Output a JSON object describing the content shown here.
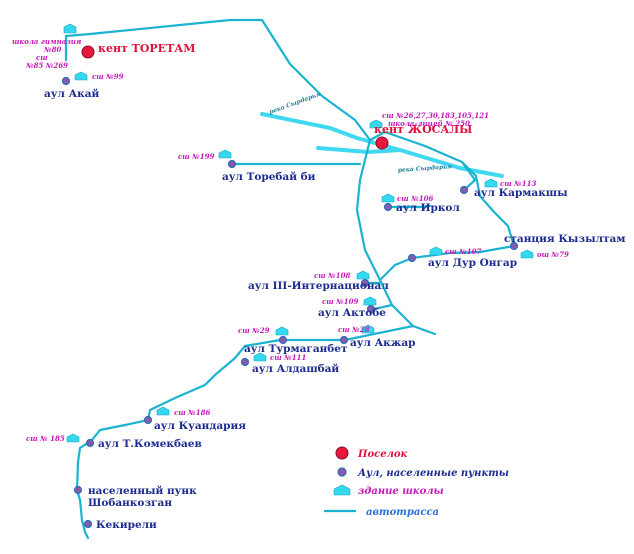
{
  "settlements": {
    "toretam": {
      "label": "кент ТОРЕТАМ",
      "type": "kent"
    },
    "zhosaly": {
      "label": "кент ЖОСАЛЫ",
      "type": "kent"
    },
    "akai": {
      "label": "аул Акай",
      "type": "village"
    },
    "torebai": {
      "label": "аул Торебай би",
      "type": "village"
    },
    "irkol": {
      "label": "аул Иркол",
      "type": "village"
    },
    "karmakshy": {
      "label": "аул Кармакшы",
      "type": "village"
    },
    "kyzyltam": {
      "label": "станция Кызылтам",
      "type": "village"
    },
    "dur_ongar": {
      "label": "аул Дур Онгар",
      "type": "village"
    },
    "iii_int": {
      "label": "аул III-Интернационал",
      "type": "village"
    },
    "aktobe": {
      "label": "аул Актобе",
      "type": "village"
    },
    "akzhar": {
      "label": "аул Акжар",
      "type": "village"
    },
    "turmaganbet": {
      "label": "аул Турмаганбет",
      "type": "village"
    },
    "aldashbai": {
      "label": "аул Алдашбай",
      "type": "village"
    },
    "kuandaria": {
      "label": "аул Куандария",
      "type": "village"
    },
    "komekbaev": {
      "label": "аул Т.Комекбаев",
      "type": "village"
    },
    "shobankozgan_1": {
      "label": "населенный пунк",
      "type": "village"
    },
    "shobankozgan_2": {
      "label": "Шобанкозган",
      "type": "village"
    },
    "kekireli": {
      "label": "Кекирели",
      "type": "village"
    }
  },
  "schools": {
    "toretam_1": "школа гимназия",
    "toretam_2": "№80",
    "toretam_3": "сш",
    "toretam_4": "№85 №269",
    "akai": "сш №99",
    "zhosaly_1": "сш №26,27,30,183,105,121",
    "zhosaly_2": "школа-лицей № 250",
    "torebai": "сш №199",
    "karmakshy": "сш №113",
    "irkol": "сш №106",
    "dur_ongar": "сш №107",
    "kyzyltam": "ош №79",
    "iii_int": "сш №108",
    "aktobe": "сш №109",
    "akzhar": "сш №28",
    "turmaganbet": "сш №29",
    "aldashbai": "сш №111",
    "kuandaria": "сш №186",
    "komekbaev": "сш № 185"
  },
  "rivers": {
    "syrdarya_1": "река Сырдарья",
    "syrdarya_2": "река Сырдарья"
  },
  "legend": {
    "kent": "Поселок",
    "village": "Аул, населенные пункты",
    "school": "здание школы",
    "road": "автотрасса"
  },
  "colors": {
    "road": "#1bb3d1",
    "river": "#3fd8f0",
    "kent": "#e8183c",
    "village": "#8a5aa8",
    "village_label": "#1c2b8f",
    "kent_label": "#e0103a",
    "school_label": "#c418b8",
    "school_icon": "#34d9f0"
  },
  "icons": {
    "kent": "red-dot-icon",
    "village": "purple-dot-icon",
    "school": "school-building-icon",
    "road": "road-line-icon"
  }
}
